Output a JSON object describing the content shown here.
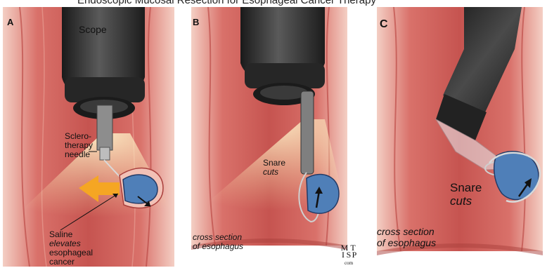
{
  "header": {
    "caption": "Endoscopic Mucosal Resection for Esophageal Cancer Therapy"
  },
  "panels": {
    "a": {
      "letter": "A",
      "scope_label": "Scope",
      "needle_label": [
        "Sclero-",
        "therapy",
        "needle"
      ],
      "saline_label": {
        "line1": "Saline",
        "line2": "elevates",
        "line3": "esophageal",
        "line4": "cancer"
      }
    },
    "b": {
      "letter": "B",
      "snare_label": {
        "line1": "Snare",
        "line2": "cuts"
      },
      "section_label": {
        "line1": "cross section",
        "line2": "of esophagus"
      }
    },
    "c": {
      "letter": "C",
      "snare_label": {
        "line1": "Snare",
        "line2": "cuts"
      },
      "section_label": {
        "line1": "cross section",
        "line2": "of esophagus"
      }
    }
  },
  "logo": {
    "tl": "M",
    "tr": "T",
    "ml": "I",
    "ms": "S",
    "mr": "P",
    "bottom": "com"
  },
  "colors": {
    "tissue": "#d9716a",
    "tissue_dark": "#a93f3c",
    "wall_light": "#f2c1b6",
    "scope": "#2b2b2b",
    "lesion": "#4f7fb8",
    "arrow": "#f5a623"
  }
}
